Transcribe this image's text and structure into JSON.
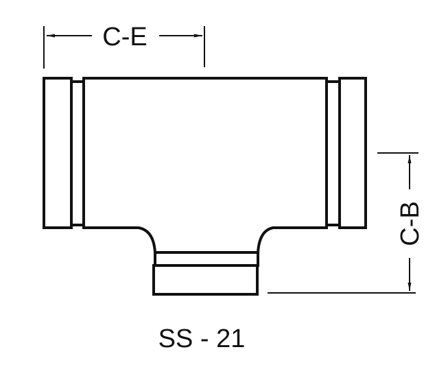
{
  "diagram": {
    "part_label": "SS - 21",
    "dimensions": {
      "horizontal": {
        "label": "C-E"
      },
      "vertical": {
        "label": "C-B"
      }
    },
    "colors": {
      "line": "#111111",
      "background": "#ffffff"
    }
  }
}
